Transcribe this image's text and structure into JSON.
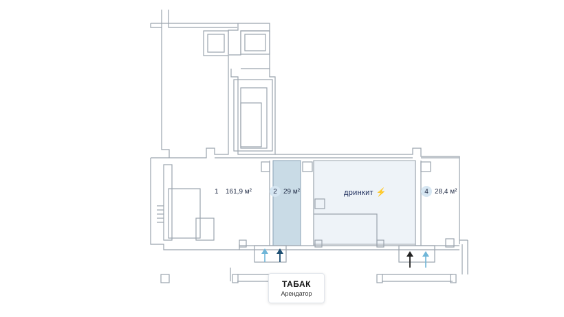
{
  "units": [
    {
      "number": "1",
      "area": "161,9 м²"
    },
    {
      "number": "2",
      "area": "29 м²"
    },
    {
      "number": "4",
      "area": "28,4 м²"
    }
  ],
  "brand": {
    "name": "дринкит",
    "icon": "lightning-icon",
    "color": "#2b59c3"
  },
  "tenant_card": {
    "name": "ТАБАК",
    "subtitle": "Арендатор"
  },
  "colors": {
    "highlight": "#c9dbe6",
    "retail_fill": "#eef3f8",
    "wall": "#9aa3ad",
    "entrance_arrow_light": "#6fb6d8",
    "entrance_arrow_dark": "#1e4f73"
  }
}
